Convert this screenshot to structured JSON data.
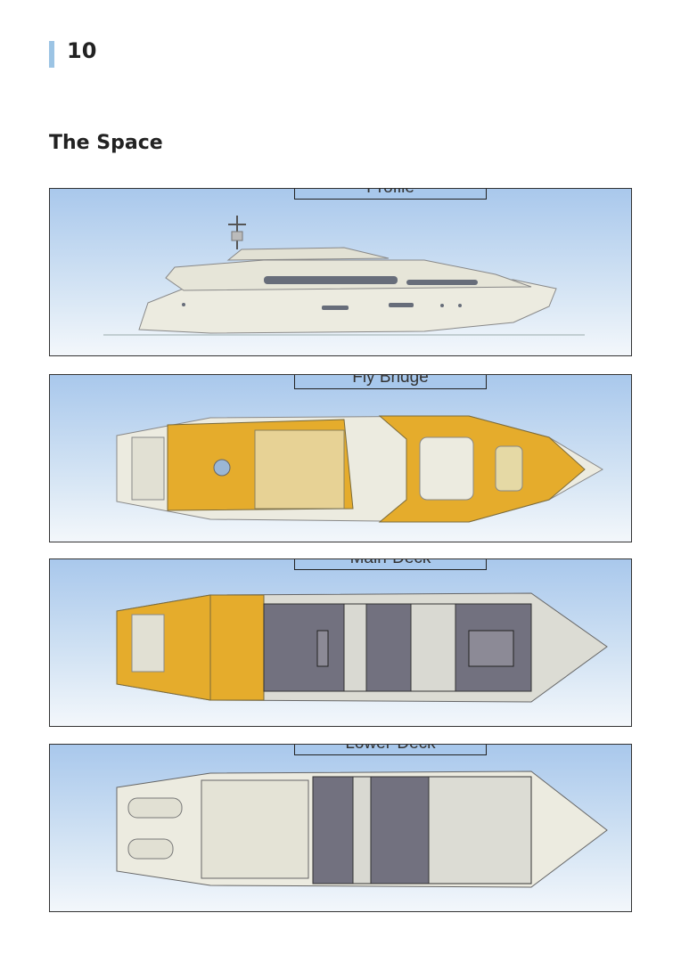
{
  "page": {
    "number": "10"
  },
  "section": {
    "title": "The Space"
  },
  "panels": [
    {
      "label": "Profile"
    },
    {
      "label": "Fly Bridge"
    },
    {
      "label": "Main-Deck"
    },
    {
      "label": "Lower-Deck"
    }
  ]
}
